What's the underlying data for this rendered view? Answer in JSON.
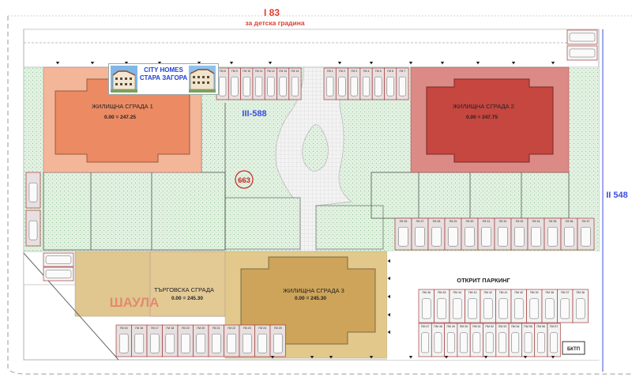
{
  "streets": {
    "north_code": "I 83",
    "north_note": "за детска градина",
    "east_code": "II 548",
    "plot_code": "III-588",
    "plot_number": "663"
  },
  "buildings": {
    "b1": {
      "name": "ЖИЛИЩНА СГРАДА 1",
      "level": "0.00 = 247.25",
      "color": "#ec8a63"
    },
    "b2": {
      "name": "ЖИЛИЩНА СГРАДА 2",
      "level": "0.00 = 247.75",
      "color": "#c64640"
    },
    "b3": {
      "name": "ЖИЛИЩНА СГРАДА 3",
      "level": "0.00 = 245.30",
      "color": "#cda45a"
    },
    "commercial": {
      "name": "ТЪРГОВСКА СГРАДА",
      "level": "0.00 = 245.30",
      "color": "#e0c68f"
    }
  },
  "open_parking_label": "ОТКРИТ ПАРКИНГ",
  "shaula_label": "ШАУЛА",
  "transformer_label": "БКТП",
  "logo": {
    "line1": "CITY HOMES",
    "line2": "СТАРА ЗАГОРА"
  },
  "colors": {
    "green": "#dff0df",
    "road": "#eeeeee",
    "street_red": "#e23b2f",
    "street_blue": "#3b4fe0"
  },
  "garage_rows": {
    "top_left": [
      "ГМ 8",
      "ГМ 9",
      "ГМ 10",
      "ГМ 11",
      "ГМ 12",
      "ГМ 13",
      "ГМ 14"
    ],
    "top_right": [
      "ГМ 1",
      "ГМ 2",
      "ГМ 3",
      "ГМ 4",
      "ГМ 5",
      "ГМ 6",
      "ГМ 7"
    ],
    "east_row": [
      "ГМ 26",
      "ГМ 27",
      "ГМ 28",
      "ГМ 29",
      "ГМ 30",
      "ГМ 31",
      "ГМ 32",
      "ГМ 33",
      "ГМ 34",
      "ГМ 35",
      "ГМ 36",
      "ГМ 37"
    ],
    "bottom_left": [
      "ГМ 15",
      "ГМ 16",
      "ГМ 17",
      "ГМ 18",
      "ГМ 19",
      "ГМ 20",
      "ГМ 21",
      "ГМ 22",
      "ГМ 23",
      "ГМ 24",
      "ГМ 25"
    ],
    "parking_top": [
      "ПМ 46",
      "ПМ 45",
      "ПМ 44",
      "ПМ 43",
      "ПМ 42",
      "ПМ 41",
      "ПМ 40",
      "ПМ 39",
      "ПМ 38",
      "ПМ 37",
      "ПМ 36"
    ],
    "parking_bottom": [
      "ПМ 47",
      "ПМ 48",
      "ПМ 49",
      "ПМ 50",
      "ПМ 51",
      "ПМ 52",
      "ПМ 53",
      "ПМ 54",
      "ПМ 55",
      "ПМ 56",
      "ПМ 57"
    ]
  }
}
